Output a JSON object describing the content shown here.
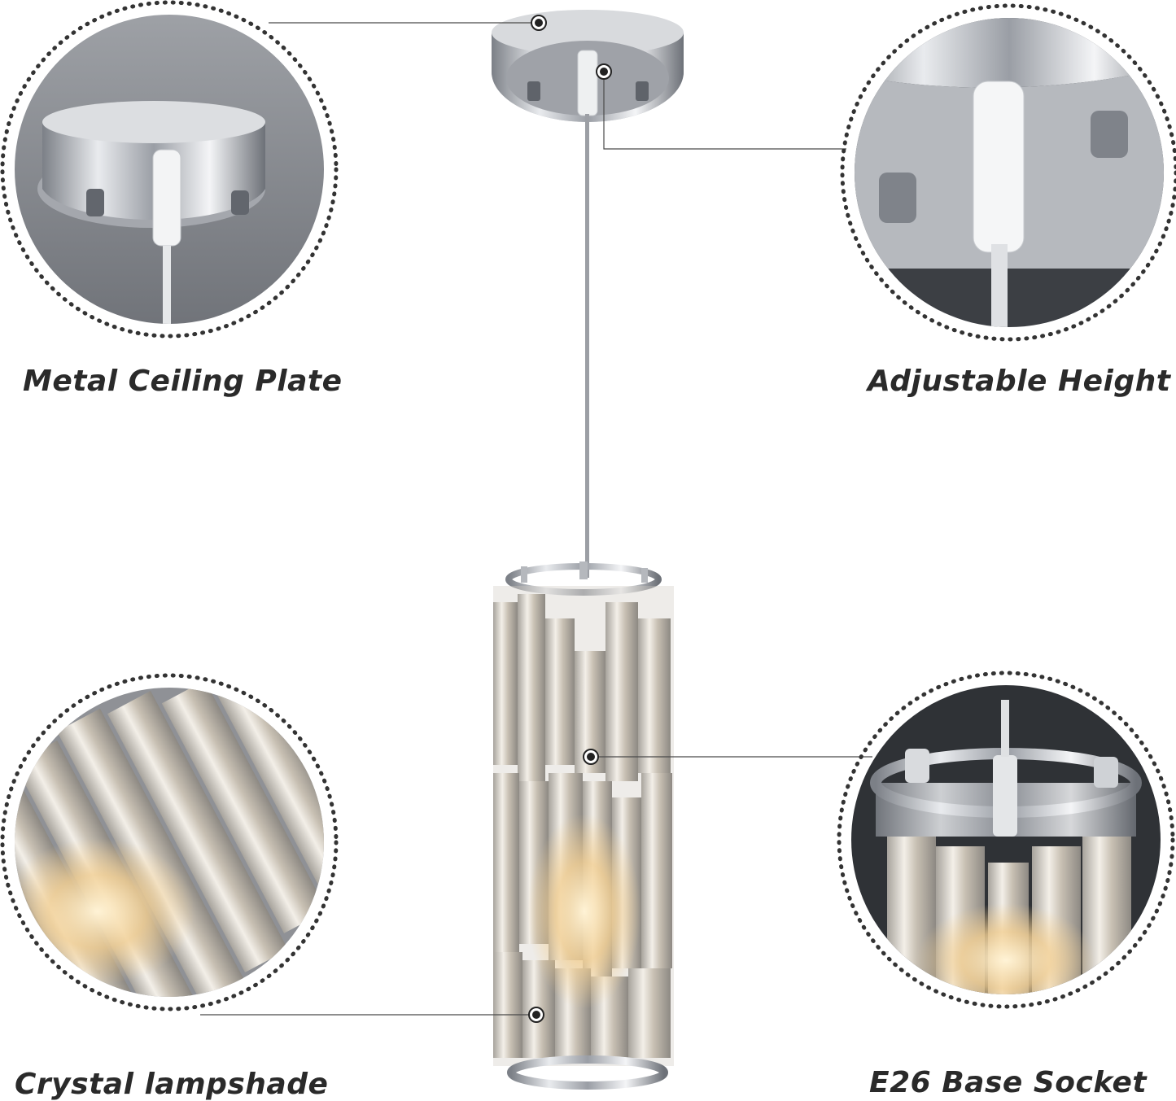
{
  "callouts": {
    "top_left": "Metal Ceiling Plate",
    "top_right": "Adjustable Height",
    "bottom_left": "Crystal lampshade",
    "bottom_right": "E26 Base Socket"
  },
  "colors": {
    "chrome": "#b9bcc2",
    "chrome_dark": "#6f737a",
    "crystal": "#e6dccd",
    "glow": "#f6d9a6",
    "background_gray": "#8c8f94",
    "leader_line": "#4a4a4a",
    "dot_border": "#333333"
  }
}
